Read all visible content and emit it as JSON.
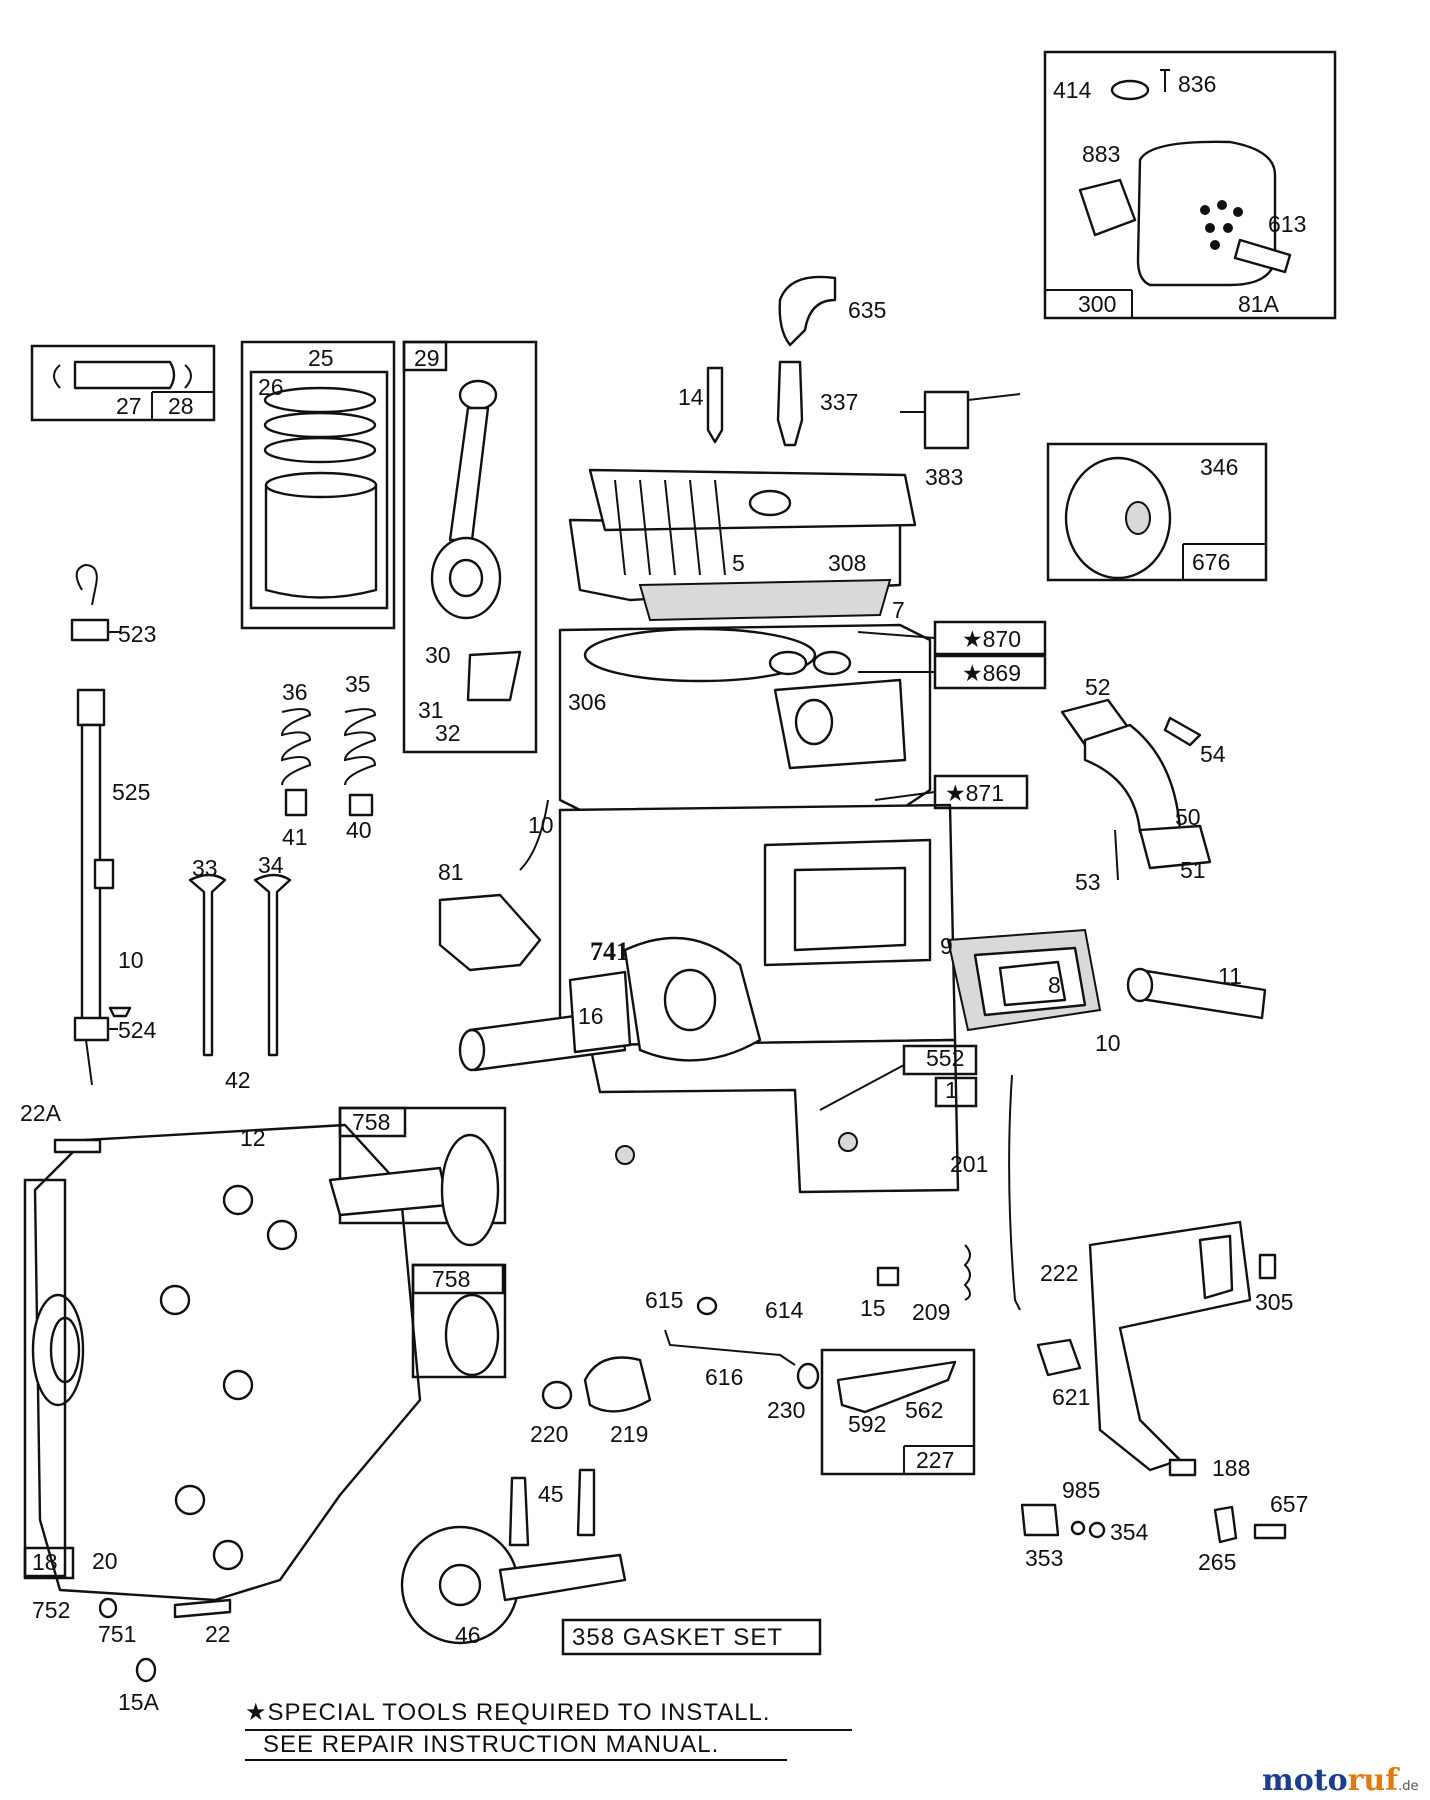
{
  "labels": {
    "p414": "414",
    "p836": "836",
    "p883": "883",
    "p613": "613",
    "p300": "300",
    "p81A": "81A",
    "p635": "635",
    "p14": "14",
    "p337": "337",
    "p383": "383",
    "p346": "346",
    "p676": "676",
    "p25": "25",
    "p26": "26",
    "p29": "29",
    "p27": "27",
    "p28": "28",
    "p5": "5",
    "p308": "308",
    "p7": "7",
    "p870": "★870",
    "p869": "★869",
    "p871": "★871",
    "p306": "306",
    "p523": "523",
    "p525": "525",
    "p30": "30",
    "p31": "31",
    "p32": "32",
    "p36": "36",
    "p35": "35",
    "p41": "41",
    "p40": "40",
    "p52": "52",
    "p54": "54",
    "p50": "50",
    "p51": "51",
    "p53": "53",
    "p10a": "10",
    "p10b": "10",
    "p10c": "10",
    "p81": "81",
    "p741": "741",
    "p9": "9",
    "p8": "8",
    "p11": "11",
    "p33": "33",
    "p34": "34",
    "p16": "16",
    "p524": "524",
    "p42": "42",
    "p552": "552",
    "p1": "1",
    "p22A": "22A",
    "p12": "12",
    "p758a": "758",
    "p758b": "758",
    "p201": "201",
    "p222": "222",
    "p305": "305",
    "p15": "15",
    "p209": "209",
    "p615": "615",
    "p614": "614",
    "p616": "616",
    "p230": "230",
    "p220": "220",
    "p219": "219",
    "p562": "562",
    "p592": "592",
    "p227": "227",
    "p621": "621",
    "p188": "188",
    "p985": "985",
    "p657": "657",
    "p353": "353",
    "p354": "354",
    "p265": "265",
    "p45": "45",
    "p18": "18",
    "p20": "20",
    "p752": "752",
    "p751": "751",
    "p22": "22",
    "p46": "46",
    "p15A": "15A"
  },
  "gasket_set": "358  GASKET SET",
  "footnote": {
    "line1": "★SPECIAL TOOLS REQUIRED TO INSTALL.",
    "line2": "SEE REPAIR INSTRUCTION MANUAL."
  },
  "watermark": {
    "brand_a": "moto",
    "brand_b": "ruf",
    "suffix": ".de",
    "color_a": "#1a3e8c",
    "color_b": "#e07a10"
  }
}
